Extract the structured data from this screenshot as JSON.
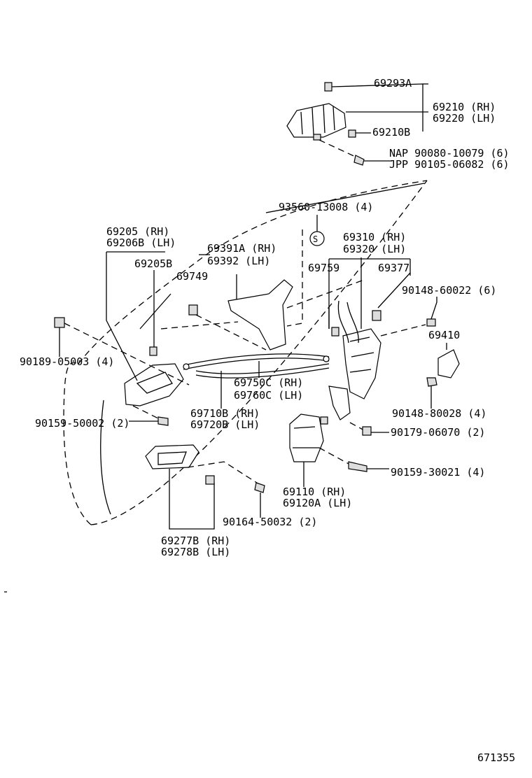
{
  "labels": {
    "p69293A": "69293A",
    "p69210": "69210 (RH)",
    "p69220": "69220 (LH)",
    "p69210B": "69210B",
    "nap": "NAP 90080-10079 (6)",
    "jpp": "JPP 90105-06082 (6)",
    "p93560": "93560-13008 (4)",
    "s_mark": "S",
    "p69205": "69205  (RH)",
    "p69206B": "69206B (LH)",
    "p69205B": "69205B",
    "p69391A": "69391A (RH)",
    "p69392": "69392  (LH)",
    "p69310": "69310 (RH)",
    "p69320": "69320 (LH)",
    "p69749": "69749",
    "p69759": "69759",
    "p69377": "69377",
    "p90148_60022": "90148-60022 (6)",
    "p69410": "69410",
    "p90189": "90189-05003 (4)",
    "p69750C": "69750C (RH)",
    "p69760C": "69760C (LH)",
    "p69710B": "69710B (RH)",
    "p69720B": "69720B (LH)",
    "p90148_80028": "90148-80028 (4)",
    "p90159_50002": "90159-50002 (2)",
    "p90179": "90179-06070 (2)",
    "p90159_30021": "90159-30021 (4)",
    "p69110": "69110  (RH)",
    "p69120A": "69120A (LH)",
    "p90164": "90164-50032 (2)",
    "p69277B": "69277B (RH)",
    "p69278B": "69278B (LH)",
    "diagram_id": "671355"
  }
}
